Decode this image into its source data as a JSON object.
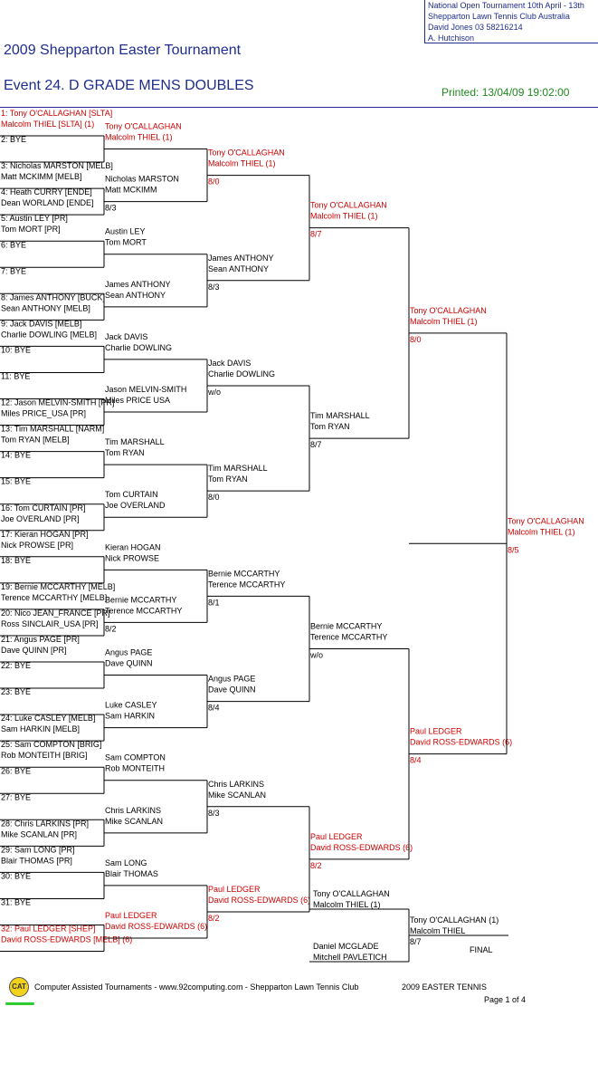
{
  "header": {
    "info": [
      "National Open Tournament   10th April - 13th",
      "Shepparton Lawn Tennis Club    Australia",
      "David Jones    03 58216214",
      "A. Hutchison"
    ],
    "title": "2009 Shepparton Easter Tournament",
    "event": "Event 24. D GRADE MENS DOUBLES",
    "printed": "Printed: 13/04/09 19:02:00"
  },
  "colors": {
    "blue": "#1f2d8c",
    "red": "#cc0000",
    "green": "#1f8a1f"
  },
  "round1": [
    {
      "a": "1: Tony O'CALLAGHAN [SLTA]",
      "b": "Malcolm THIEL [SLTA] (1)",
      "red": true
    },
    {
      "a": "2: BYE",
      "b": ""
    },
    {
      "a": "3: Nicholas MARSTON [MELB]",
      "b": "Matt MCKIMM [MELB]"
    },
    {
      "a": "4: Heath CURRY [ENDE]",
      "b": "Dean WORLAND [ENDE]"
    },
    {
      "a": "5: Austin LEY [PR]",
      "b": "Tom MORT [PR]"
    },
    {
      "a": "6: BYE",
      "b": ""
    },
    {
      "a": "7: BYE",
      "b": ""
    },
    {
      "a": "8: James ANTHONY [BUCK]",
      "b": "Sean ANTHONY [MELB]"
    },
    {
      "a": "9: Jack DAVIS [MELB]",
      "b": "Charlie DOWLING [MELB]"
    },
    {
      "a": "10: BYE",
      "b": ""
    },
    {
      "a": "11: BYE",
      "b": ""
    },
    {
      "a": "12: Jason MELVIN-SMITH [PR]",
      "b": "Miles PRICE_USA [PR]"
    },
    {
      "a": "13: Tim MARSHALL [NARM]",
      "b": "Tom RYAN [MELB]"
    },
    {
      "a": "14: BYE",
      "b": ""
    },
    {
      "a": "15: BYE",
      "b": ""
    },
    {
      "a": "16: Tom CURTAIN [PR]",
      "b": "Joe OVERLAND [PR]"
    },
    {
      "a": "17: Kieran HOGAN [PR]",
      "b": "Nick PROWSE [PR]"
    },
    {
      "a": "18: BYE",
      "b": ""
    },
    {
      "a": "19: Bernie MCCARTHY [MELB]",
      "b": "Terence MCCARTHY [MELB]"
    },
    {
      "a": "20: Nico JEAN_FRANCE [PR]",
      "b": "Ross SINCLAIR_USA [PR]"
    },
    {
      "a": "21: Angus PAGE [PR]",
      "b": "Dave QUINN [PR]"
    },
    {
      "a": "22: BYE",
      "b": ""
    },
    {
      "a": "23: BYE",
      "b": ""
    },
    {
      "a": "24: Luke CASLEY [MELB]",
      "b": "Sam HARKIN [MELB]"
    },
    {
      "a": "25: Sam COMPTON [BRIG]",
      "b": "Rob MONTEITH [BRIG]"
    },
    {
      "a": "26: BYE",
      "b": ""
    },
    {
      "a": "27: BYE",
      "b": ""
    },
    {
      "a": "28: Chris LARKINS [PR]",
      "b": "Mike SCANLAN [PR]"
    },
    {
      "a": "29: Sam LONG [PR]",
      "b": "Blair THOMAS [PR]"
    },
    {
      "a": "30: BYE",
      "b": ""
    },
    {
      "a": "31: BYE",
      "b": ""
    },
    {
      "a": "32: Paul LEDGER [SHEP]",
      "b": "David ROSS-EDWARDS [MELB] (6)",
      "red": true
    }
  ],
  "round2": [
    {
      "a": "Tony O'CALLAGHAN",
      "b": "Malcolm THIEL (1)",
      "s": "",
      "red": true
    },
    {
      "a": "Nicholas MARSTON",
      "b": "Matt MCKIMM",
      "s": "8/3"
    },
    {
      "a": "Austin LEY",
      "b": "Tom MORT",
      "s": ""
    },
    {
      "a": "James ANTHONY",
      "b": "Sean ANTHONY",
      "s": ""
    },
    {
      "a": "Jack DAVIS",
      "b": "Charlie DOWLING",
      "s": ""
    },
    {
      "a": "Jason MELVIN-SMITH",
      "b": "Miles PRICE USA",
      "s": ""
    },
    {
      "a": "Tim MARSHALL",
      "b": "Tom RYAN",
      "s": ""
    },
    {
      "a": "Tom CURTAIN",
      "b": "Joe OVERLAND",
      "s": ""
    },
    {
      "a": "Kieran HOGAN",
      "b": "Nick PROWSE",
      "s": ""
    },
    {
      "a": "Bernie MCCARTHY",
      "b": "Terence MCCARTHY",
      "s": "8/2"
    },
    {
      "a": "Angus PAGE",
      "b": "Dave QUINN",
      "s": ""
    },
    {
      "a": "Luke CASLEY",
      "b": "Sam HARKIN",
      "s": ""
    },
    {
      "a": "Sam COMPTON",
      "b": "Rob MONTEITH",
      "s": ""
    },
    {
      "a": "Chris LARKINS",
      "b": "Mike SCANLAN",
      "s": ""
    },
    {
      "a": "Sam LONG",
      "b": "Blair THOMAS",
      "s": ""
    },
    {
      "a": "Paul LEDGER",
      "b": "David ROSS-EDWARDS (6)",
      "s": "",
      "red": true
    }
  ],
  "round3": [
    {
      "a": "Tony O'CALLAGHAN",
      "b": "Malcolm THIEL (1)",
      "s": "8/0",
      "red": true
    },
    {
      "a": "James ANTHONY",
      "b": "Sean ANTHONY",
      "s": "8/3"
    },
    {
      "a": "Jack DAVIS",
      "b": "Charlie DOWLING",
      "s": "w/o"
    },
    {
      "a": "Tim MARSHALL",
      "b": "Tom RYAN",
      "s": "8/0"
    },
    {
      "a": "Bernie MCCARTHY",
      "b": "Terence MCCARTHY",
      "s": "8/1"
    },
    {
      "a": "Angus PAGE",
      "b": "Dave QUINN",
      "s": "8/4"
    },
    {
      "a": "Chris LARKINS",
      "b": "Mike SCANLAN",
      "s": "8/3"
    },
    {
      "a": "Paul LEDGER",
      "b": "David ROSS-EDWARDS (6)",
      "s": "8/2",
      "red": true
    }
  ],
  "round4": [
    {
      "a": "Tony O'CALLAGHAN",
      "b": "Malcolm THIEL (1)",
      "s": "8/7",
      "red": true
    },
    {
      "a": "Tim MARSHALL",
      "b": "Tom RYAN",
      "s": "8/7"
    },
    {
      "a": "Bernie MCCARTHY",
      "b": "Terence MCCARTHY",
      "s": "w/o"
    },
    {
      "a": "Paul LEDGER",
      "b": "David ROSS-EDWARDS (6)",
      "s": "8/2",
      "red": true
    }
  ],
  "round5": [
    {
      "a": "Tony O'CALLAGHAN",
      "b": "Malcolm THIEL (1)",
      "s": "8/0",
      "red": true
    },
    {
      "a": "Paul LEDGER",
      "b": "David ROSS-EDWARDS (6)",
      "s": "8/4",
      "red": true
    }
  ],
  "round6": [
    {
      "a": "Tony O'CALLAGHAN",
      "b": "Malcolm THIEL (1)",
      "s": "8/5",
      "red": true
    }
  ],
  "playoff": {
    "top_a": "Tony O'CALLAGHAN",
    "top_b": "Malcolm THIEL (1)",
    "bottom_a": "Daniel MCGLADE",
    "bottom_b": "Mitchell PAVLETICH",
    "winner_a": "Tony O'CALLAGHAN (1)",
    "winner_b": "Malcolm THIEL",
    "score": "8/7",
    "label": "FINAL"
  },
  "footer": {
    "logo": "CAT",
    "text": "Computer Assisted Tournaments - www.92computing.com -  Shepparton Lawn Tennis Club",
    "event": "2009 EASTER TENNIS",
    "page": "Page 1 of 4"
  }
}
